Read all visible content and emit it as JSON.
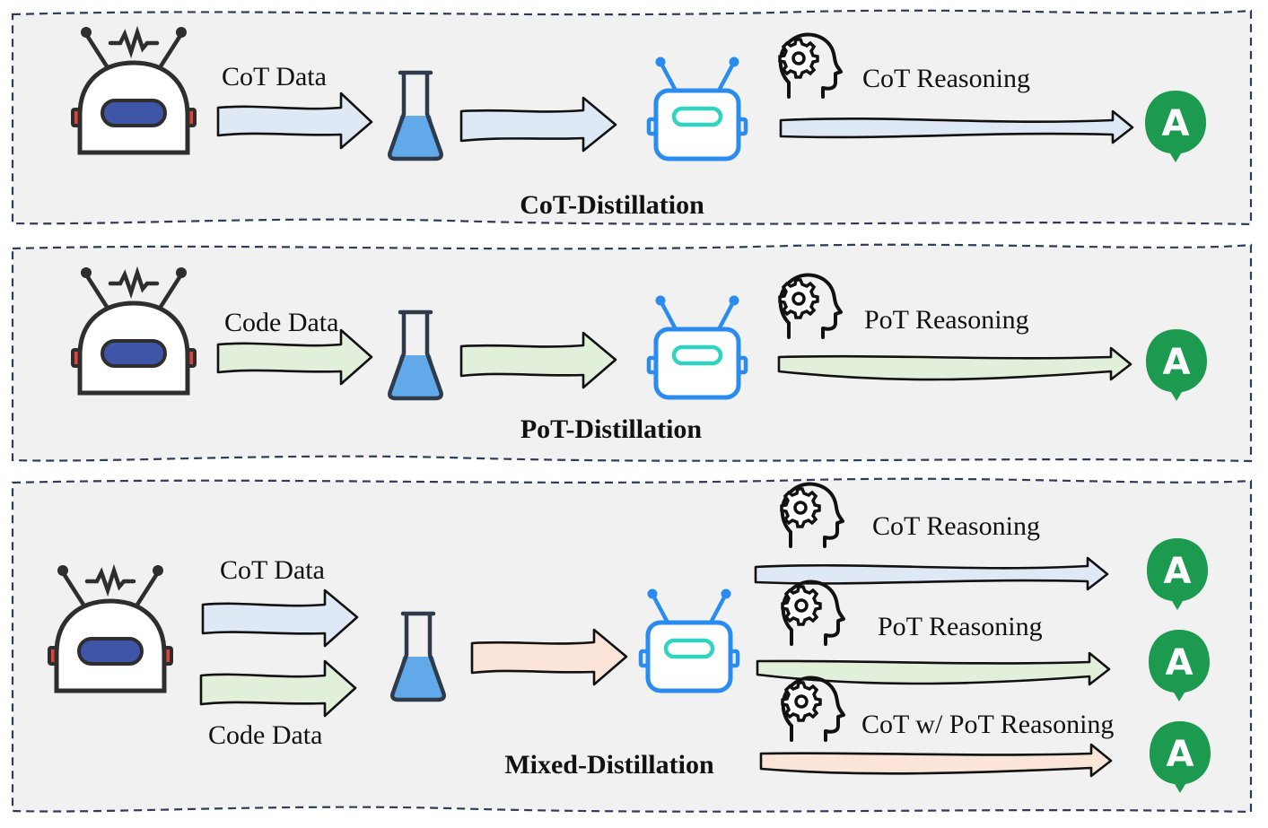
{
  "panels": [
    {
      "title": "CoT-Distillation",
      "inputs": [
        {
          "label": "CoT Data",
          "color": "#dfe9f5"
        }
      ],
      "transfer_color": "#dfe9f5",
      "outputs": [
        {
          "label": "CoT Reasoning",
          "color": "#dfe9f5"
        }
      ]
    },
    {
      "title": "PoT-Distillation",
      "inputs": [
        {
          "label": "Code Data",
          "color": "#e2efdb"
        }
      ],
      "transfer_color": "#e2efdb",
      "outputs": [
        {
          "label": "PoT Reasoning",
          "color": "#e2efdb"
        }
      ]
    },
    {
      "title": "Mixed-Distillation",
      "inputs": [
        {
          "label": "CoT Data",
          "color": "#dfe9f5"
        },
        {
          "label": "Code Data",
          "color": "#e2efdb"
        }
      ],
      "transfer_color": "#fbe5d8",
      "outputs": [
        {
          "label": "CoT Reasoning",
          "color": "#dfe9f5"
        },
        {
          "label": "PoT Reasoning",
          "color": "#e2efdb"
        },
        {
          "label": "CoT w/ PoT Reasoning",
          "color": "#fbe5d8"
        }
      ]
    }
  ],
  "answer_symbol": "A",
  "icons": {
    "teacher": "teacher-robot-icon",
    "student": "student-robot-icon",
    "flask": "flask-icon",
    "reasoning": "thinking-head-icon",
    "answer": "answer-bubble-icon"
  },
  "colors": {
    "panel_background": "#f1f1f1",
    "panel_border": "#2d3c5a",
    "teacher_visor": "#3f55a7",
    "student_accent": "#2b8cf0",
    "flask_liquid": "#62a9ea",
    "answer_green": "#1c9a4f"
  }
}
